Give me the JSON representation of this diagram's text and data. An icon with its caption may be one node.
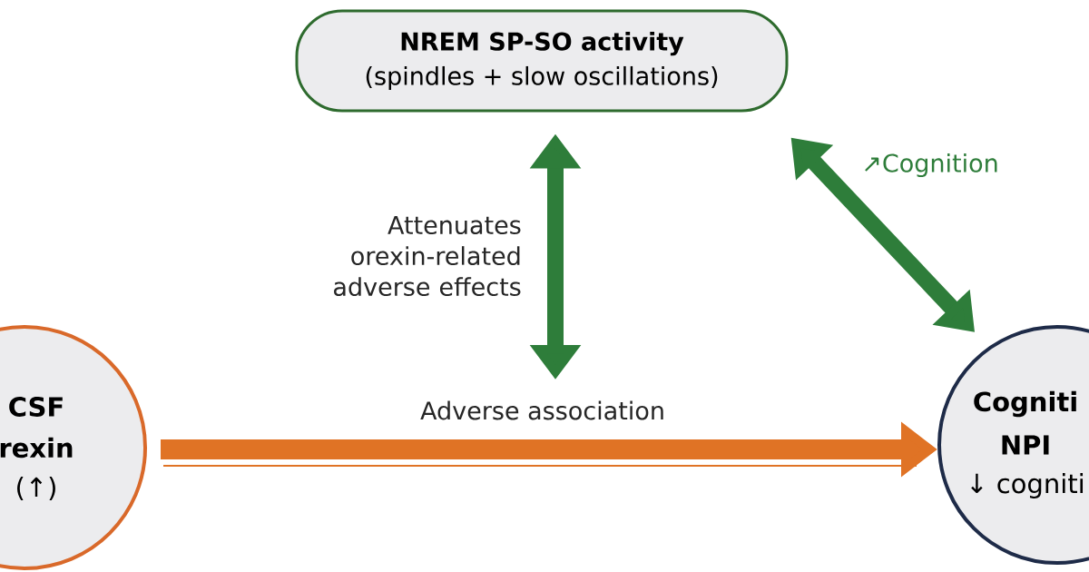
{
  "diagram": {
    "nodes": [
      {
        "text": [
          "NREM SP-SO activity",
          "(spindles + slow oscillations)"
        ]
      },
      {
        "text": [
          "CSF",
          "rexin",
          "(↑)"
        ]
      },
      {
        "text": [
          "Cogniti",
          "NPI",
          "↓ cogniti"
        ]
      }
    ],
    "edges": [
      {
        "from": 0,
        "to": null,
        "arrow": "both",
        "label": "Attenuates orexin-related adverse effects",
        "color": "#2e7d3a"
      },
      {
        "from": 0,
        "to": 2,
        "arrow": "both",
        "label": "↗Cognition",
        "color": "#2e7d3a"
      },
      {
        "from": 1,
        "to": 2,
        "arrow": "to",
        "label": "Adverse association",
        "color": "#e07325"
      }
    ]
  }
}
